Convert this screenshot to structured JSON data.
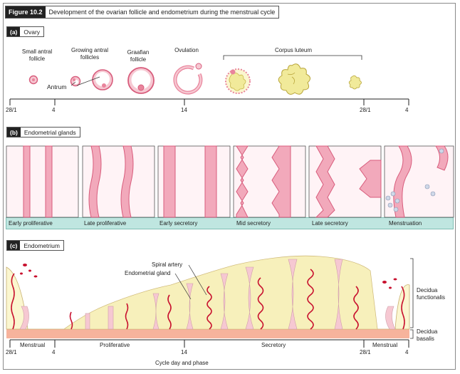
{
  "figure": {
    "number": "Figure 10.2",
    "title": "Development of the ovarian follicle and endometrium during the menstrual cycle"
  },
  "ovary": {
    "letter": "(a)",
    "name": "Ovary",
    "stages": [
      {
        "line1": "Small antral",
        "line2": "follicle"
      },
      {
        "line1": "Growing antral",
        "line2": "follicles"
      },
      {
        "line1": "Graafian",
        "line2": "follicle"
      },
      {
        "line1": "Ovulation",
        "line2": ""
      },
      {
        "line1": "Corpus luteum",
        "line2": ""
      }
    ],
    "antrum_label": "Antrum",
    "ticks": [
      "28/1",
      "4",
      "14",
      "28/1",
      "4"
    ]
  },
  "glands": {
    "letter": "(b)",
    "name": "Endometrial glands",
    "stages": [
      "Early proliferative",
      "Late proliferative",
      "Early secretory",
      "Mid secretory",
      "Late secretory",
      "Menstruation"
    ]
  },
  "endometrium": {
    "letter": "(c)",
    "name": "Endometrium",
    "spiral_artery": "Spiral artery",
    "endometrial_gland": "Endometrial gland",
    "decidua_functionalis": [
      "Decidua",
      "functionalis"
    ],
    "decidua_basalis": [
      "Decidua",
      "basalis"
    ],
    "ticks": [
      "28/1",
      "4",
      "14",
      "28/1",
      "4"
    ],
    "phases": [
      "Menstrual",
      "Proliferative",
      "Secretory",
      "Menstrual"
    ],
    "axis_caption": "Cycle day and phase"
  },
  "colors": {
    "pink": "#e9849c",
    "pink_light": "#f6c8d2",
    "artery": "#c8102e",
    "cream": "#fbf6cf",
    "yellow": "#f1ea9a",
    "basalis": "#f7b39c",
    "teal": "#bfe6e0"
  }
}
